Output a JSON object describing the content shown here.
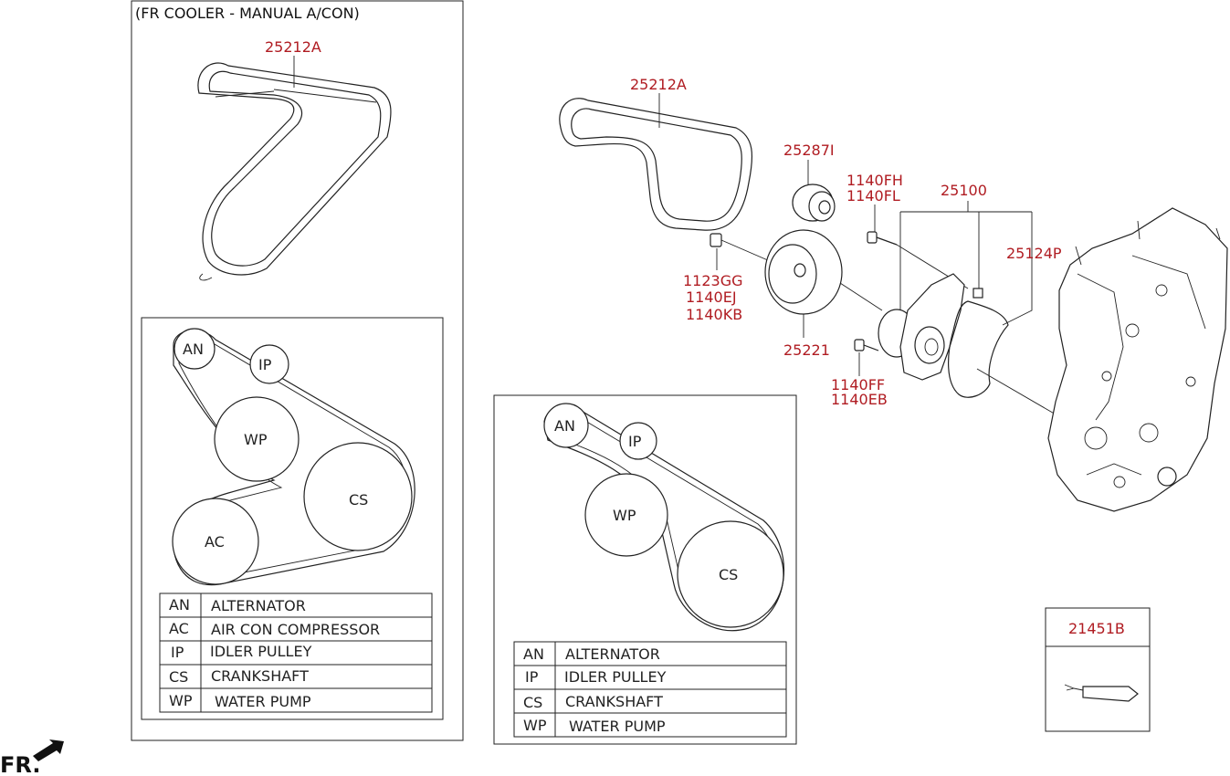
{
  "panel_left": {
    "title": "(FR COOLER - MANUAL A/CON)",
    "belt_part": "25212A",
    "pulleys": {
      "an": "AN",
      "ip": "IP",
      "wp": "WP",
      "cs": "CS",
      "ac": "AC"
    },
    "legend": [
      {
        "code": "AN",
        "name": "ALTERNATOR"
      },
      {
        "code": "AC",
        "name": "AIR CON COMPRESSOR"
      },
      {
        "code": "IP",
        "name": "IDLER PULLEY"
      },
      {
        "code": "CS",
        "name": "CRANKSHAFT"
      },
      {
        "code": "WP",
        "name": "WATER PUMP"
      }
    ]
  },
  "panel_mid": {
    "pulleys": {
      "an": "AN",
      "ip": "IP",
      "wp": "WP",
      "cs": "CS"
    },
    "legend": [
      {
        "code": "AN",
        "name": "ALTERNATOR"
      },
      {
        "code": "IP",
        "name": "IDLER PULLEY"
      },
      {
        "code": "CS",
        "name": "CRANKSHAFT"
      },
      {
        "code": "WP",
        "name": "WATER PUMP"
      }
    ]
  },
  "parts": {
    "belt": "25212A",
    "idler": "25287I",
    "bolt_a1": "1140FH",
    "bolt_a2": "1140FL",
    "pump": "25100",
    "gasket": "25124P",
    "stud1": "1123GG",
    "stud2": "1140EJ",
    "stud3": "1140KB",
    "pulley": "25221",
    "bolt_b1": "1140FF",
    "bolt_b2": "1140EB",
    "sealant": "21451B"
  },
  "fr_label": "FR."
}
